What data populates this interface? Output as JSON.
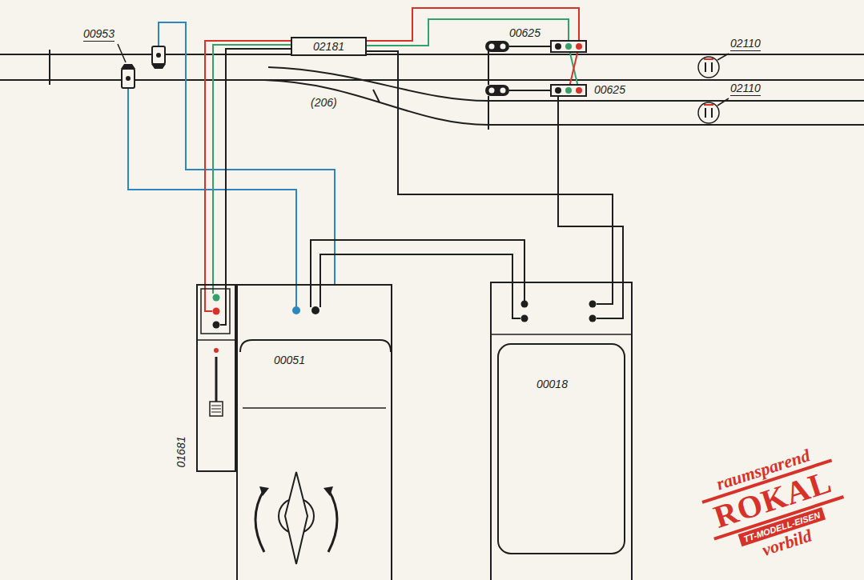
{
  "diagram": {
    "nodes": [
      {
        "text": [
          "02181"
        ]
      },
      {
        "text": [
          "00051"
        ]
      },
      {
        "text": [
          "00018"
        ]
      },
      {
        "text": [
          "01681"
        ]
      }
    ],
    "edges": [
      {
        "from": 0,
        "to": 3,
        "arrow": "none"
      },
      {
        "from": 0,
        "to": 3,
        "arrow": "none"
      },
      {
        "from": 0,
        "to": 3,
        "arrow": "none"
      },
      {
        "from": 1,
        "to": 2,
        "arrow": "none"
      },
      {
        "from": 1,
        "to": 2,
        "arrow": "none"
      },
      {
        "from": 0,
        "to": 2,
        "arrow": "none"
      }
    ],
    "labels": [
      "00953",
      "00625",
      "02110",
      "00625",
      "02110",
      "(206)",
      "raumsparend",
      "ROKAL",
      "TT-MODELL-EISEN",
      "vorbild"
    ]
  }
}
